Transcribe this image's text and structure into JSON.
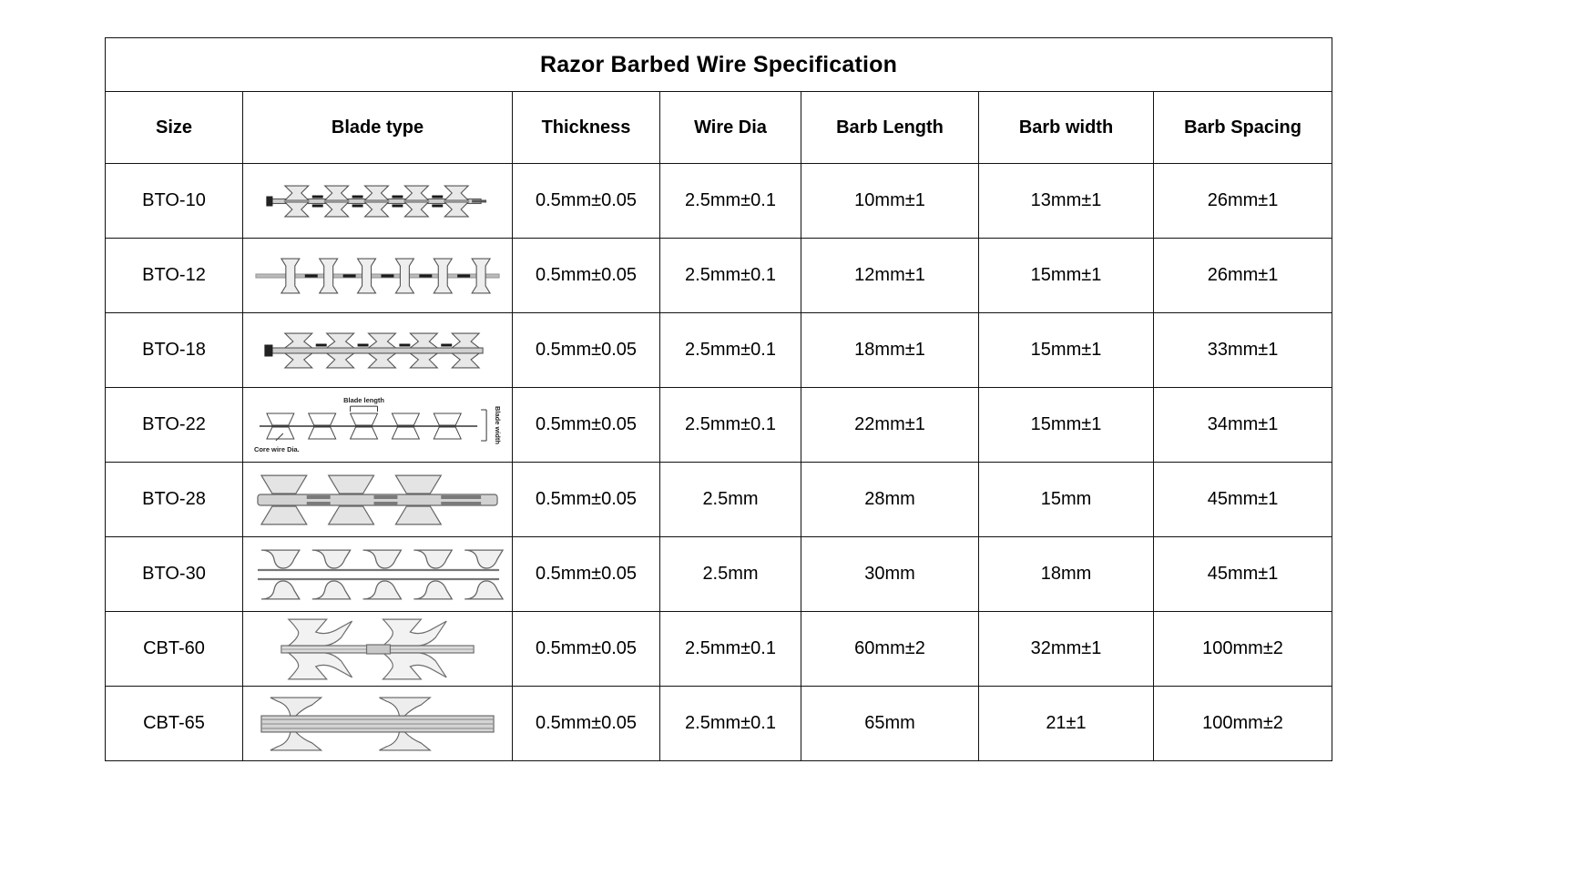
{
  "table": {
    "title": "Razor Barbed Wire Specification",
    "columns": [
      "Size",
      "Blade type",
      "Thickness",
      "Wire Dia",
      "Barb Length",
      "Barb width",
      "Barb Spacing"
    ],
    "rows": [
      {
        "size": "BTO-10",
        "blade_type_icon": "blade-profile-bto10",
        "thickness": "0.5mm±0.05",
        "wire_dia": "2.5mm±0.1",
        "barb_length": "10mm±1",
        "barb_width": "13mm±1",
        "barb_spacing": "26mm±1"
      },
      {
        "size": "BTO-12",
        "blade_type_icon": "blade-profile-bto12",
        "thickness": "0.5mm±0.05",
        "wire_dia": "2.5mm±0.1",
        "barb_length": "12mm±1",
        "barb_width": "15mm±1",
        "barb_spacing": "26mm±1"
      },
      {
        "size": "BTO-18",
        "blade_type_icon": "blade-profile-bto18",
        "thickness": "0.5mm±0.05",
        "wire_dia": "2.5mm±0.1",
        "barb_length": "18mm±1",
        "barb_width": "15mm±1",
        "barb_spacing": "33mm±1"
      },
      {
        "size": "BTO-22",
        "blade_type_icon": "blade-profile-bto22-annotated",
        "thickness": "0.5mm±0.05",
        "wire_dia": "2.5mm±0.1",
        "barb_length": "22mm±1",
        "barb_width": "15mm±1",
        "barb_spacing": "34mm±1"
      },
      {
        "size": "BTO-28",
        "blade_type_icon": "blade-profile-bto28",
        "thickness": "0.5mm±0.05",
        "wire_dia": "2.5mm",
        "barb_length": "28mm",
        "barb_width": "15mm",
        "barb_spacing": "45mm±1"
      },
      {
        "size": "BTO-30",
        "blade_type_icon": "blade-profile-bto30",
        "thickness": "0.5mm±0.05",
        "wire_dia": "2.5mm",
        "barb_length": "30mm",
        "barb_width": "18mm",
        "barb_spacing": "45mm±1"
      },
      {
        "size": "CBT-60",
        "blade_type_icon": "blade-profile-cbt60",
        "thickness": "0.5mm±0.05",
        "wire_dia": "2.5mm±0.1",
        "barb_length": "60mm±2",
        "barb_width": "32mm±1",
        "barb_spacing": "100mm±2"
      },
      {
        "size": "CBT-65",
        "blade_type_icon": "blade-profile-cbt65",
        "thickness": "0.5mm±0.05",
        "wire_dia": "2.5mm±0.1",
        "barb_length": "65mm",
        "barb_width": "21±1",
        "barb_spacing": "100mm±2"
      }
    ],
    "diagram_annotations": {
      "blade_length": "Blade length",
      "blade_width": "Blade width",
      "core_wire_dia": "Core wire Dia."
    }
  },
  "colors": {
    "border": "#111111",
    "text": "#000000",
    "background": "#ffffff",
    "artwork_stroke": "#555555",
    "artwork_fill": "#d9d9d9"
  }
}
